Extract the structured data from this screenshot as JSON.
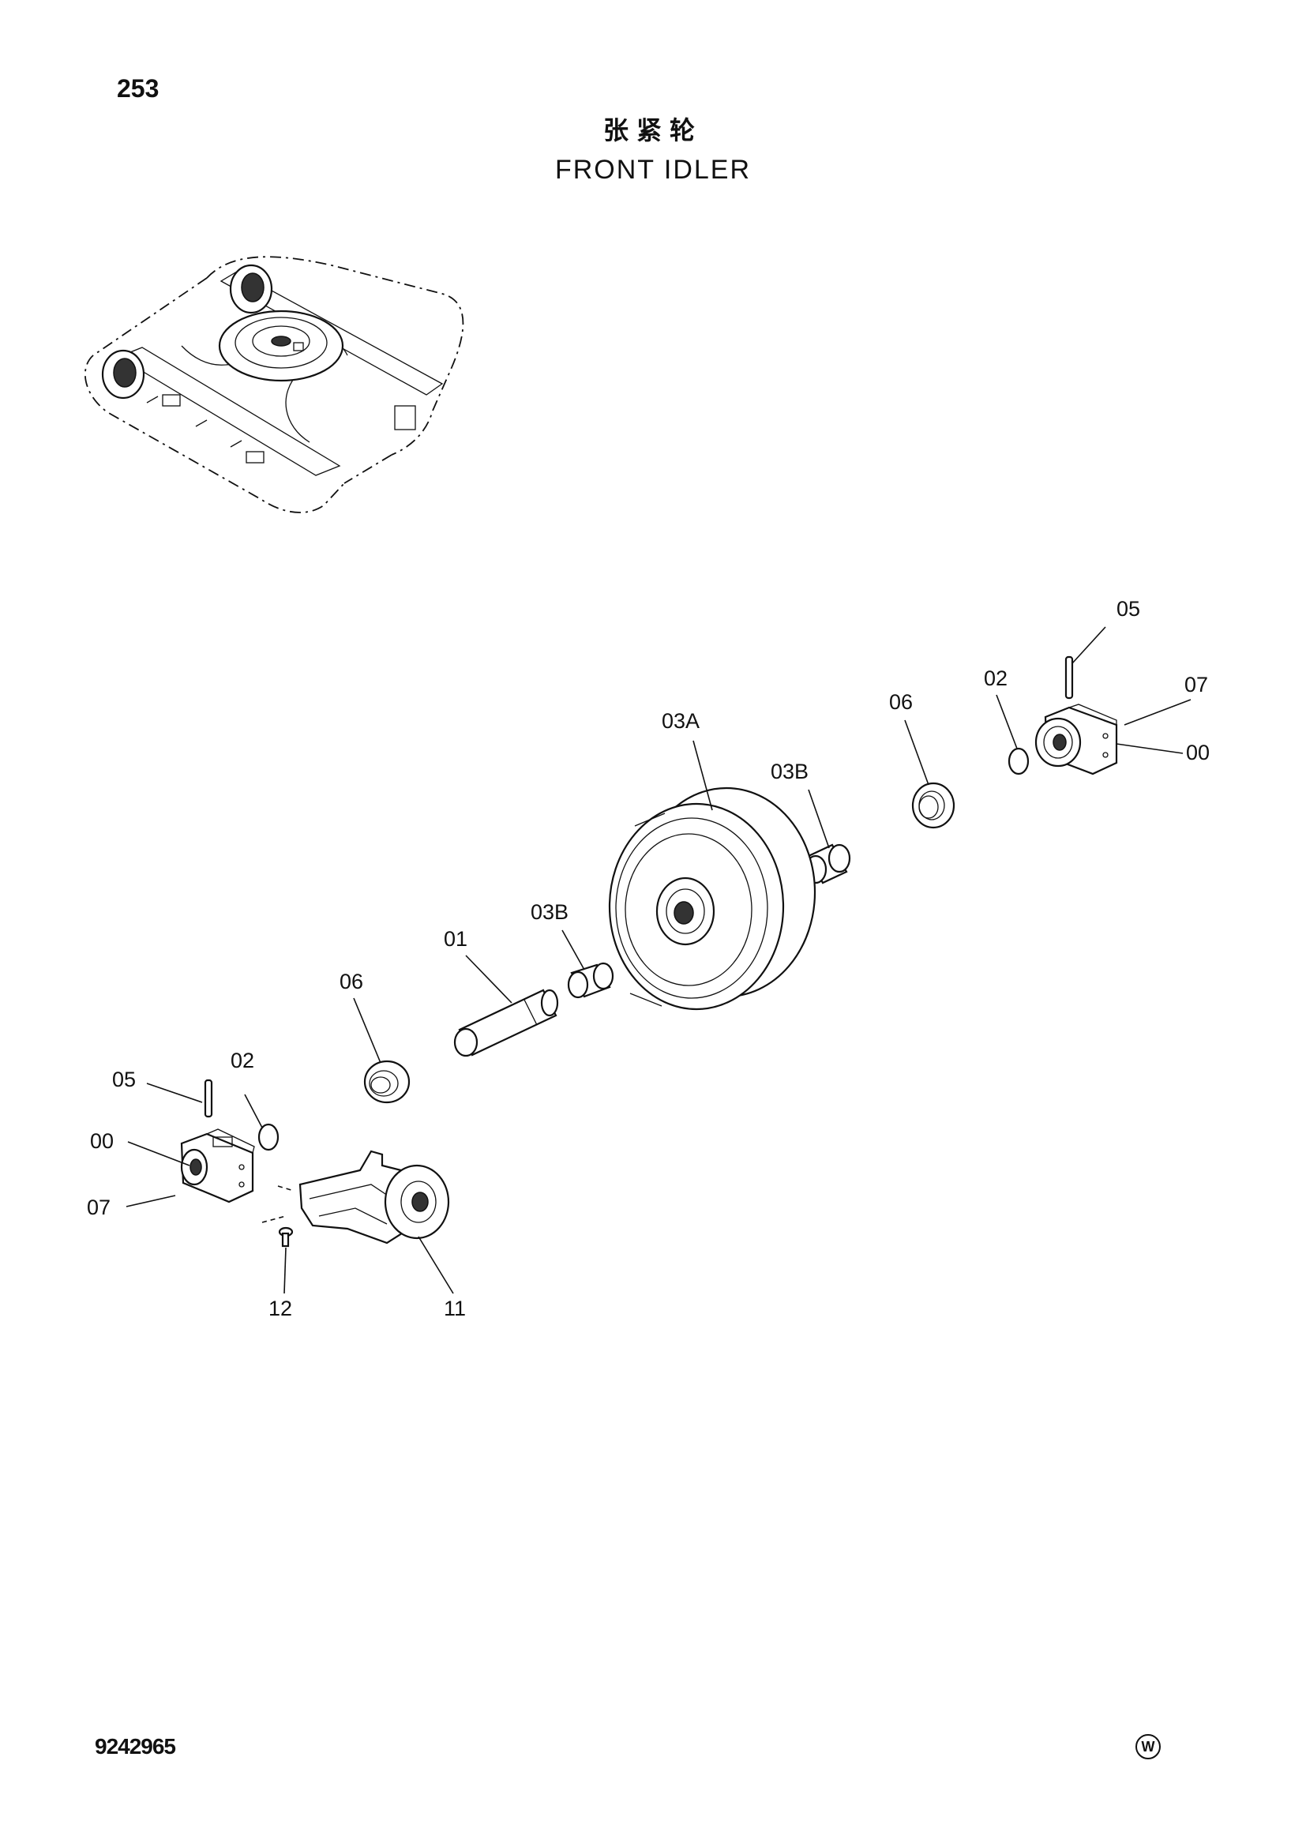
{
  "header": {
    "page_number": "253",
    "title_cn": "张紧轮",
    "title_en": "FRONT IDLER"
  },
  "footer": {
    "doc_number": "9242965",
    "mark": "W"
  },
  "callouts": {
    "c05_right": "05",
    "c02_right": "02",
    "c07_right": "07",
    "c00_right": "00",
    "c06_right": "06",
    "c03A": "03A",
    "c03B_right": "03B",
    "c03B_left": "03B",
    "c01": "01",
    "c06_left": "06",
    "c05_left": "05",
    "c02_left": "02",
    "c00_left": "00",
    "c07_left": "07",
    "c12": "12",
    "c11": "11"
  }
}
